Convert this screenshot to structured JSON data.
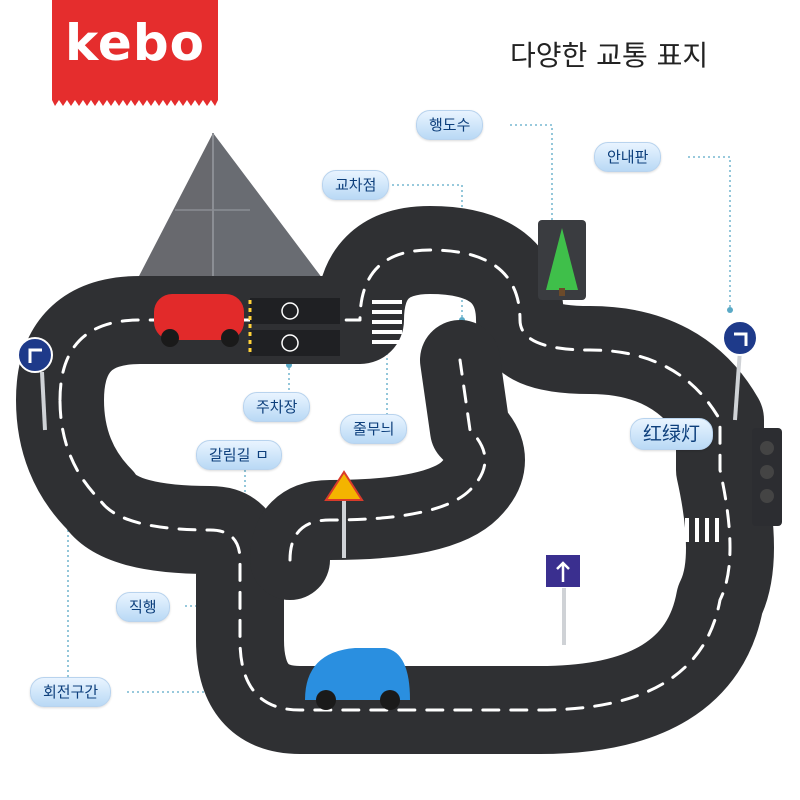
{
  "brand": {
    "logo_text": "kebo",
    "color": "#e52d2d"
  },
  "headline": "다양한 교통 표지",
  "callouts": {
    "crosswalk_sign": "행도수",
    "signboard": "안내판",
    "intersection": "교차점",
    "parking": "주차장",
    "zebra": "줄무늬",
    "traffic_light": "红绿灯",
    "fork_road": "갈림길 ㅁ",
    "straight": "직행",
    "turning": "회전구간"
  },
  "colors": {
    "track": "#2f3033",
    "lane": "#ffffff",
    "car_red": "#e22a2a",
    "car_blue": "#2a8fe0",
    "callout_text": "#0d3f7c",
    "leader": "#5aa9c6"
  }
}
